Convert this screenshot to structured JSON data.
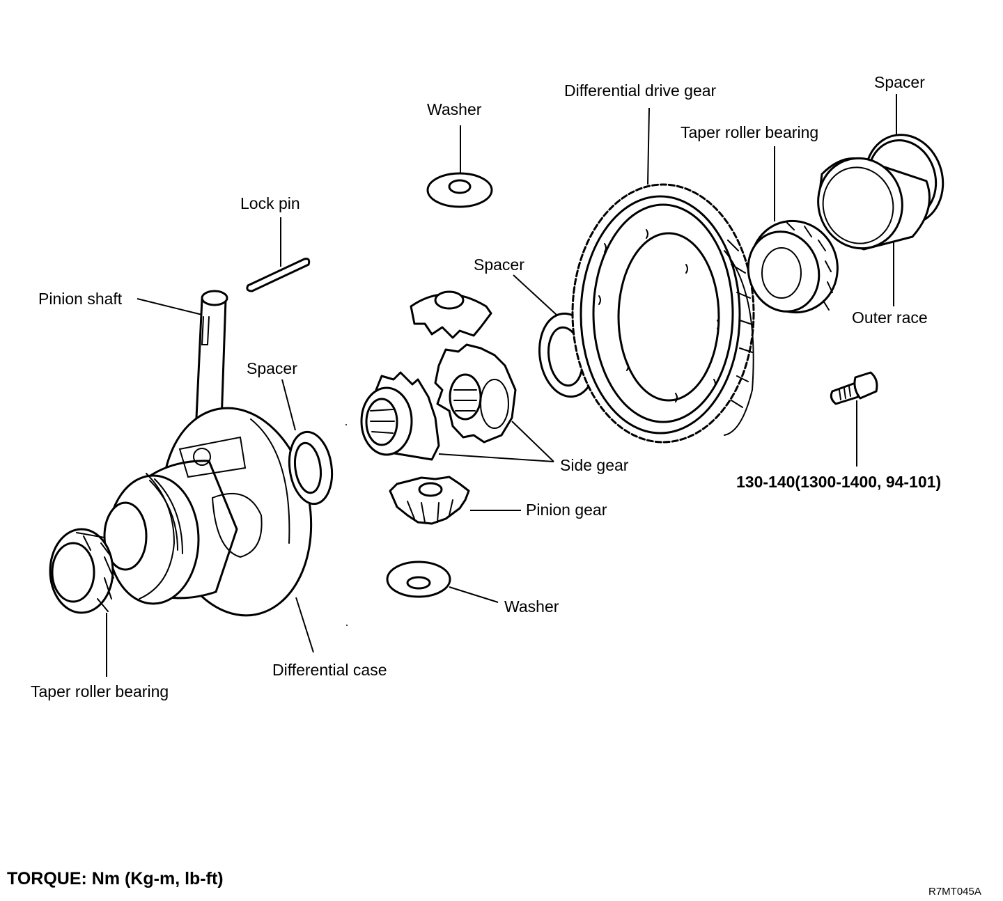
{
  "diagram": {
    "title": "Differential exploded view",
    "labels": {
      "washer_top": "Washer",
      "differential_drive_gear": "Differential drive gear",
      "spacer_right": "Spacer",
      "taper_roller_bearing_right": "Taper roller bearing",
      "lock_pin": "Lock pin",
      "spacer_middle": "Spacer",
      "outer_race": "Outer race",
      "pinion_shaft": "Pinion shaft",
      "spacer_left": "Spacer",
      "side_gear": "Side gear",
      "bolt_torque": "130-140(1300-1400, 94-101)",
      "pinion_gear": "Pinion gear",
      "washer_bottom": "Washer",
      "differential_case": "Differential case",
      "taper_roller_bearing_left": "Taper roller bearing"
    },
    "torque_units": "TORQUE: Nm (Kg-m, lb-ft)",
    "figure_code": "R7MT045A"
  }
}
